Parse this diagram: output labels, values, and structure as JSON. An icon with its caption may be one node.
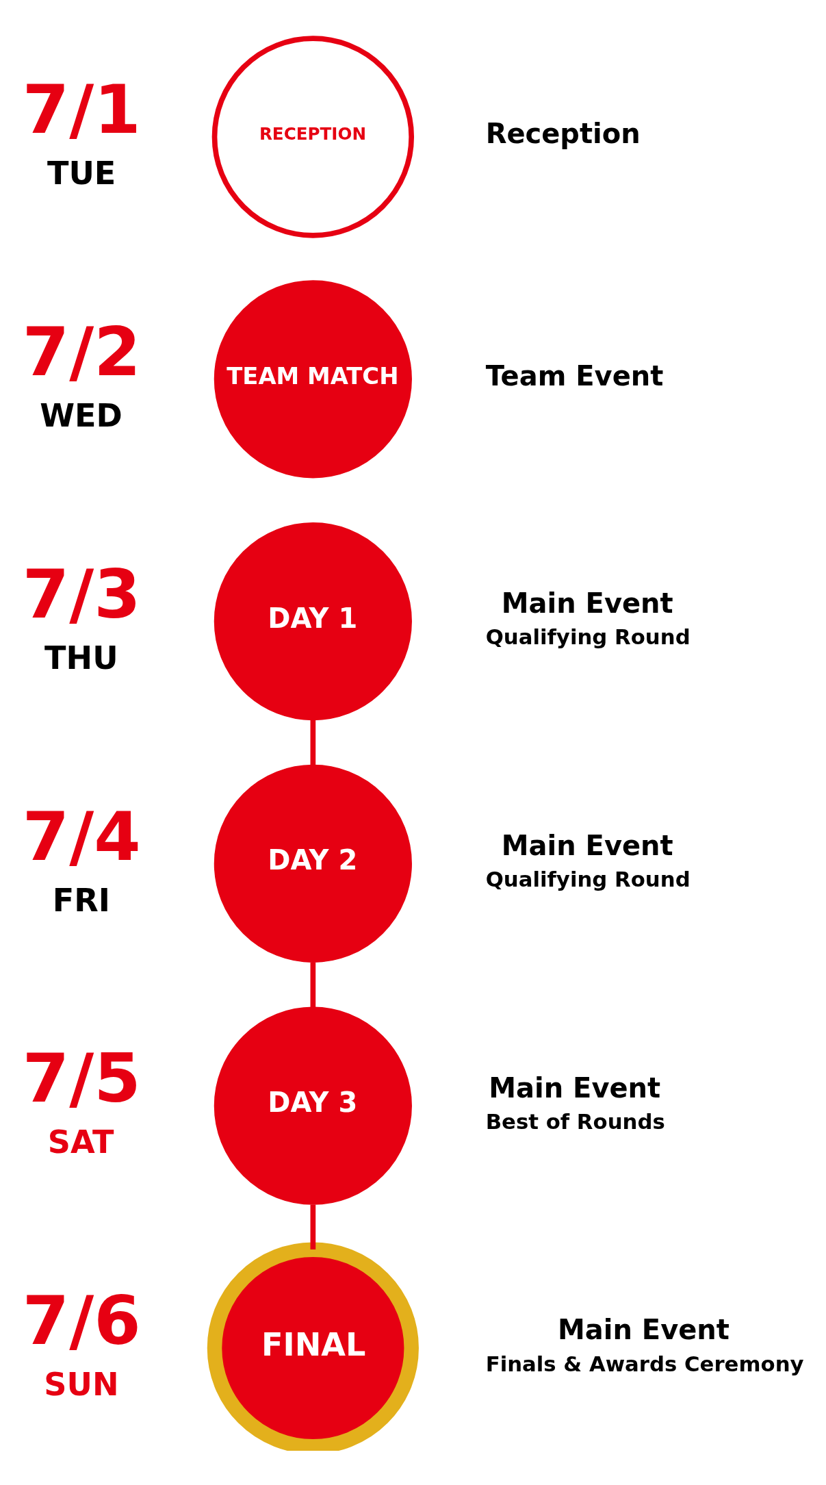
{
  "diagram": {
    "nodes": [
      {
        "text": [
          "RECEPTION"
        ],
        "beside": [
          "7/1",
          "TUE",
          "Reception"
        ]
      },
      {
        "text": [
          "TEAM MATCH"
        ],
        "beside": [
          "7/2",
          "WED",
          "Team Event"
        ]
      },
      {
        "text": [
          "DAY 1"
        ],
        "beside": [
          "7/3",
          "THU",
          "Main Event",
          "Qualifying Round"
        ]
      },
      {
        "text": [
          "DAY 2"
        ],
        "beside": [
          "7/4",
          "FRI",
          "Main Event",
          "Qualifying Round"
        ]
      },
      {
        "text": [
          "DAY 3"
        ],
        "beside": [
          "7/5",
          "SAT",
          "Main Event",
          "Best of Rounds"
        ]
      },
      {
        "text": [
          "FINAL"
        ],
        "beside": [
          "7/6",
          "SUN",
          "Main Event",
          "Finals & Awards Ceremony"
        ]
      }
    ],
    "edges": [
      {
        "from": 2,
        "to": 3,
        "arrow": "none"
      },
      {
        "from": 3,
        "to": 4,
        "arrow": "none"
      },
      {
        "from": 4,
        "to": 5,
        "arrow": "none"
      }
    ]
  }
}
